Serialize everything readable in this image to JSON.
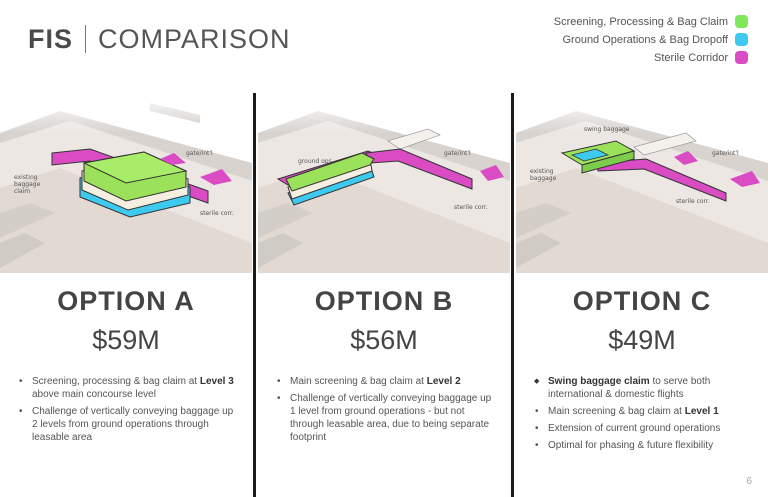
{
  "header": {
    "title_bold": "FIS",
    "title_light": "COMPARISON"
  },
  "legend": [
    {
      "label": "Screening, Processing & Bag Claim",
      "color": "#7ee85a"
    },
    {
      "label": "Ground Operations & Bag Dropoff",
      "color": "#3ec9ee"
    },
    {
      "label": "Sterile Corridor",
      "color": "#d94cc4"
    }
  ],
  "options": [
    {
      "title": "OPTION A",
      "cost": "$59M",
      "bullets": [
        {
          "pre": "Screening, processing & bag claim at ",
          "bold": "Level 3",
          "post": " above main concourse level"
        },
        {
          "pre": "Challenge of vertically conveying baggage up 2 levels from ground operations through leasable area",
          "bold": "",
          "post": ""
        }
      ]
    },
    {
      "title": "OPTION B",
      "cost": "$56M",
      "bullets": [
        {
          "pre": "Main screening & bag claim at ",
          "bold": "Level 2",
          "post": ""
        },
        {
          "pre": "Challenge of vertically conveying baggage up 1 level from ground operations - but not through leasable area, due to being separate footprint",
          "bold": "",
          "post": ""
        }
      ]
    },
    {
      "title": "OPTION C",
      "cost": "$49M",
      "bullets": [
        {
          "pre": "",
          "bold": "Swing baggage claim",
          "post": " to serve both international & domestic flights"
        },
        {
          "pre": "Main screening & bag claim at ",
          "bold": "Level 1",
          "post": ""
        },
        {
          "pre": "Extension of current ground operations",
          "bold": "",
          "post": ""
        },
        {
          "pre": "Optimal for phasing & future flexibility",
          "bold": "",
          "post": ""
        }
      ]
    }
  ],
  "page_number": "6"
}
